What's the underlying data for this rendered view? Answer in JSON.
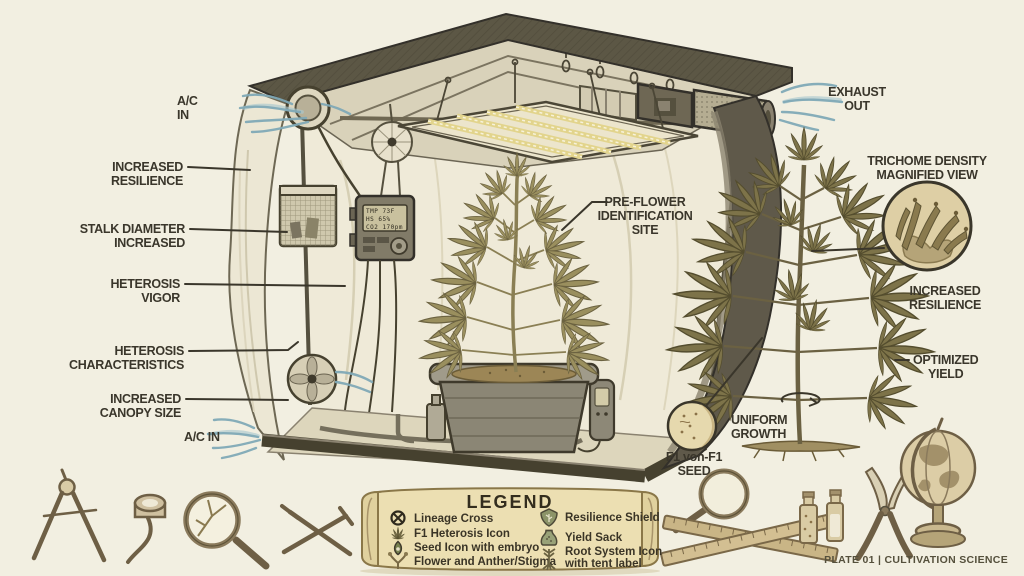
{
  "colors": {
    "background": "#f2efe1",
    "label_ink": "#3a362b",
    "airflow_blue": "#7fa9b6",
    "tent_frame_dark": "#5c5745",
    "interior_wall": "#efead8",
    "parchment": "#ecdfb2",
    "leaf_tent": "#9a8f5e",
    "leaf_outdoor": "#7d7349",
    "led_strip_yellow": "#e2d48c",
    "shield_green": "#8c9368",
    "tool_sepia": "#8a7a5c"
  },
  "labels": {
    "ac_in_top": [
      "A/C",
      "IN"
    ],
    "increased_resilience_left": [
      "INCREASED",
      "RESILIENCE"
    ],
    "stalk_diameter": [
      "STALK DIAMETER",
      "INCREASED"
    ],
    "heterosis_vigor": [
      "HETEROSIS",
      "VIGOR"
    ],
    "heterosis_characteristics": [
      "HETEROSIS",
      "CHARACTERISTICS"
    ],
    "increased_canopy": [
      "INCREASED",
      "CANOPY SIZE"
    ],
    "ac_in_bottom": "A/C IN",
    "pre_flower": [
      "PRE-FLOWER",
      "IDENTIFICATION",
      "SITE"
    ],
    "exhaust_out": [
      "EXHAUST",
      "OUT"
    ],
    "trichome_magnified": [
      "TRICHOME DENSITY",
      "MAGNIFIED VIEW"
    ],
    "increased_resilience_right": [
      "INCREASED",
      "RESILIENCE"
    ],
    "optimized_yield": [
      "OPTIMIZED",
      "YIELD"
    ],
    "uniform_growth": [
      "UNIFORM",
      "GROWTH"
    ],
    "f1_seed": [
      "F1 von-F1",
      "SEED"
    ]
  },
  "controller": {
    "line1": "TMP 73F",
    "line2": "HS  65%",
    "line3": "CO2 170pm"
  },
  "legend": {
    "title": "LEGEND",
    "items_left": [
      {
        "icon": "lineage-cross-icon",
        "label": "Lineage Cross"
      },
      {
        "icon": "f1-heterosis-leaf-icon",
        "label": "F1 Heterosis Icon"
      },
      {
        "icon": "seed-embryo-icon",
        "label": "Seed Icon with embryo"
      },
      {
        "icon": "flower-anther-stigma-icon",
        "label": "Flower and Anther/Stigma"
      }
    ],
    "items_right": [
      {
        "icon": "resilience-shield-icon",
        "label": "Resilience Shield"
      },
      {
        "icon": "yield-sack-icon",
        "label": "Yield Sack"
      },
      {
        "icon": "root-system-icon",
        "label": "Root System Icon",
        "label_line2": "with tent label"
      }
    ]
  },
  "footer": {
    "plate": "PLATE 01 | CULTIVATION SCIENCE"
  }
}
